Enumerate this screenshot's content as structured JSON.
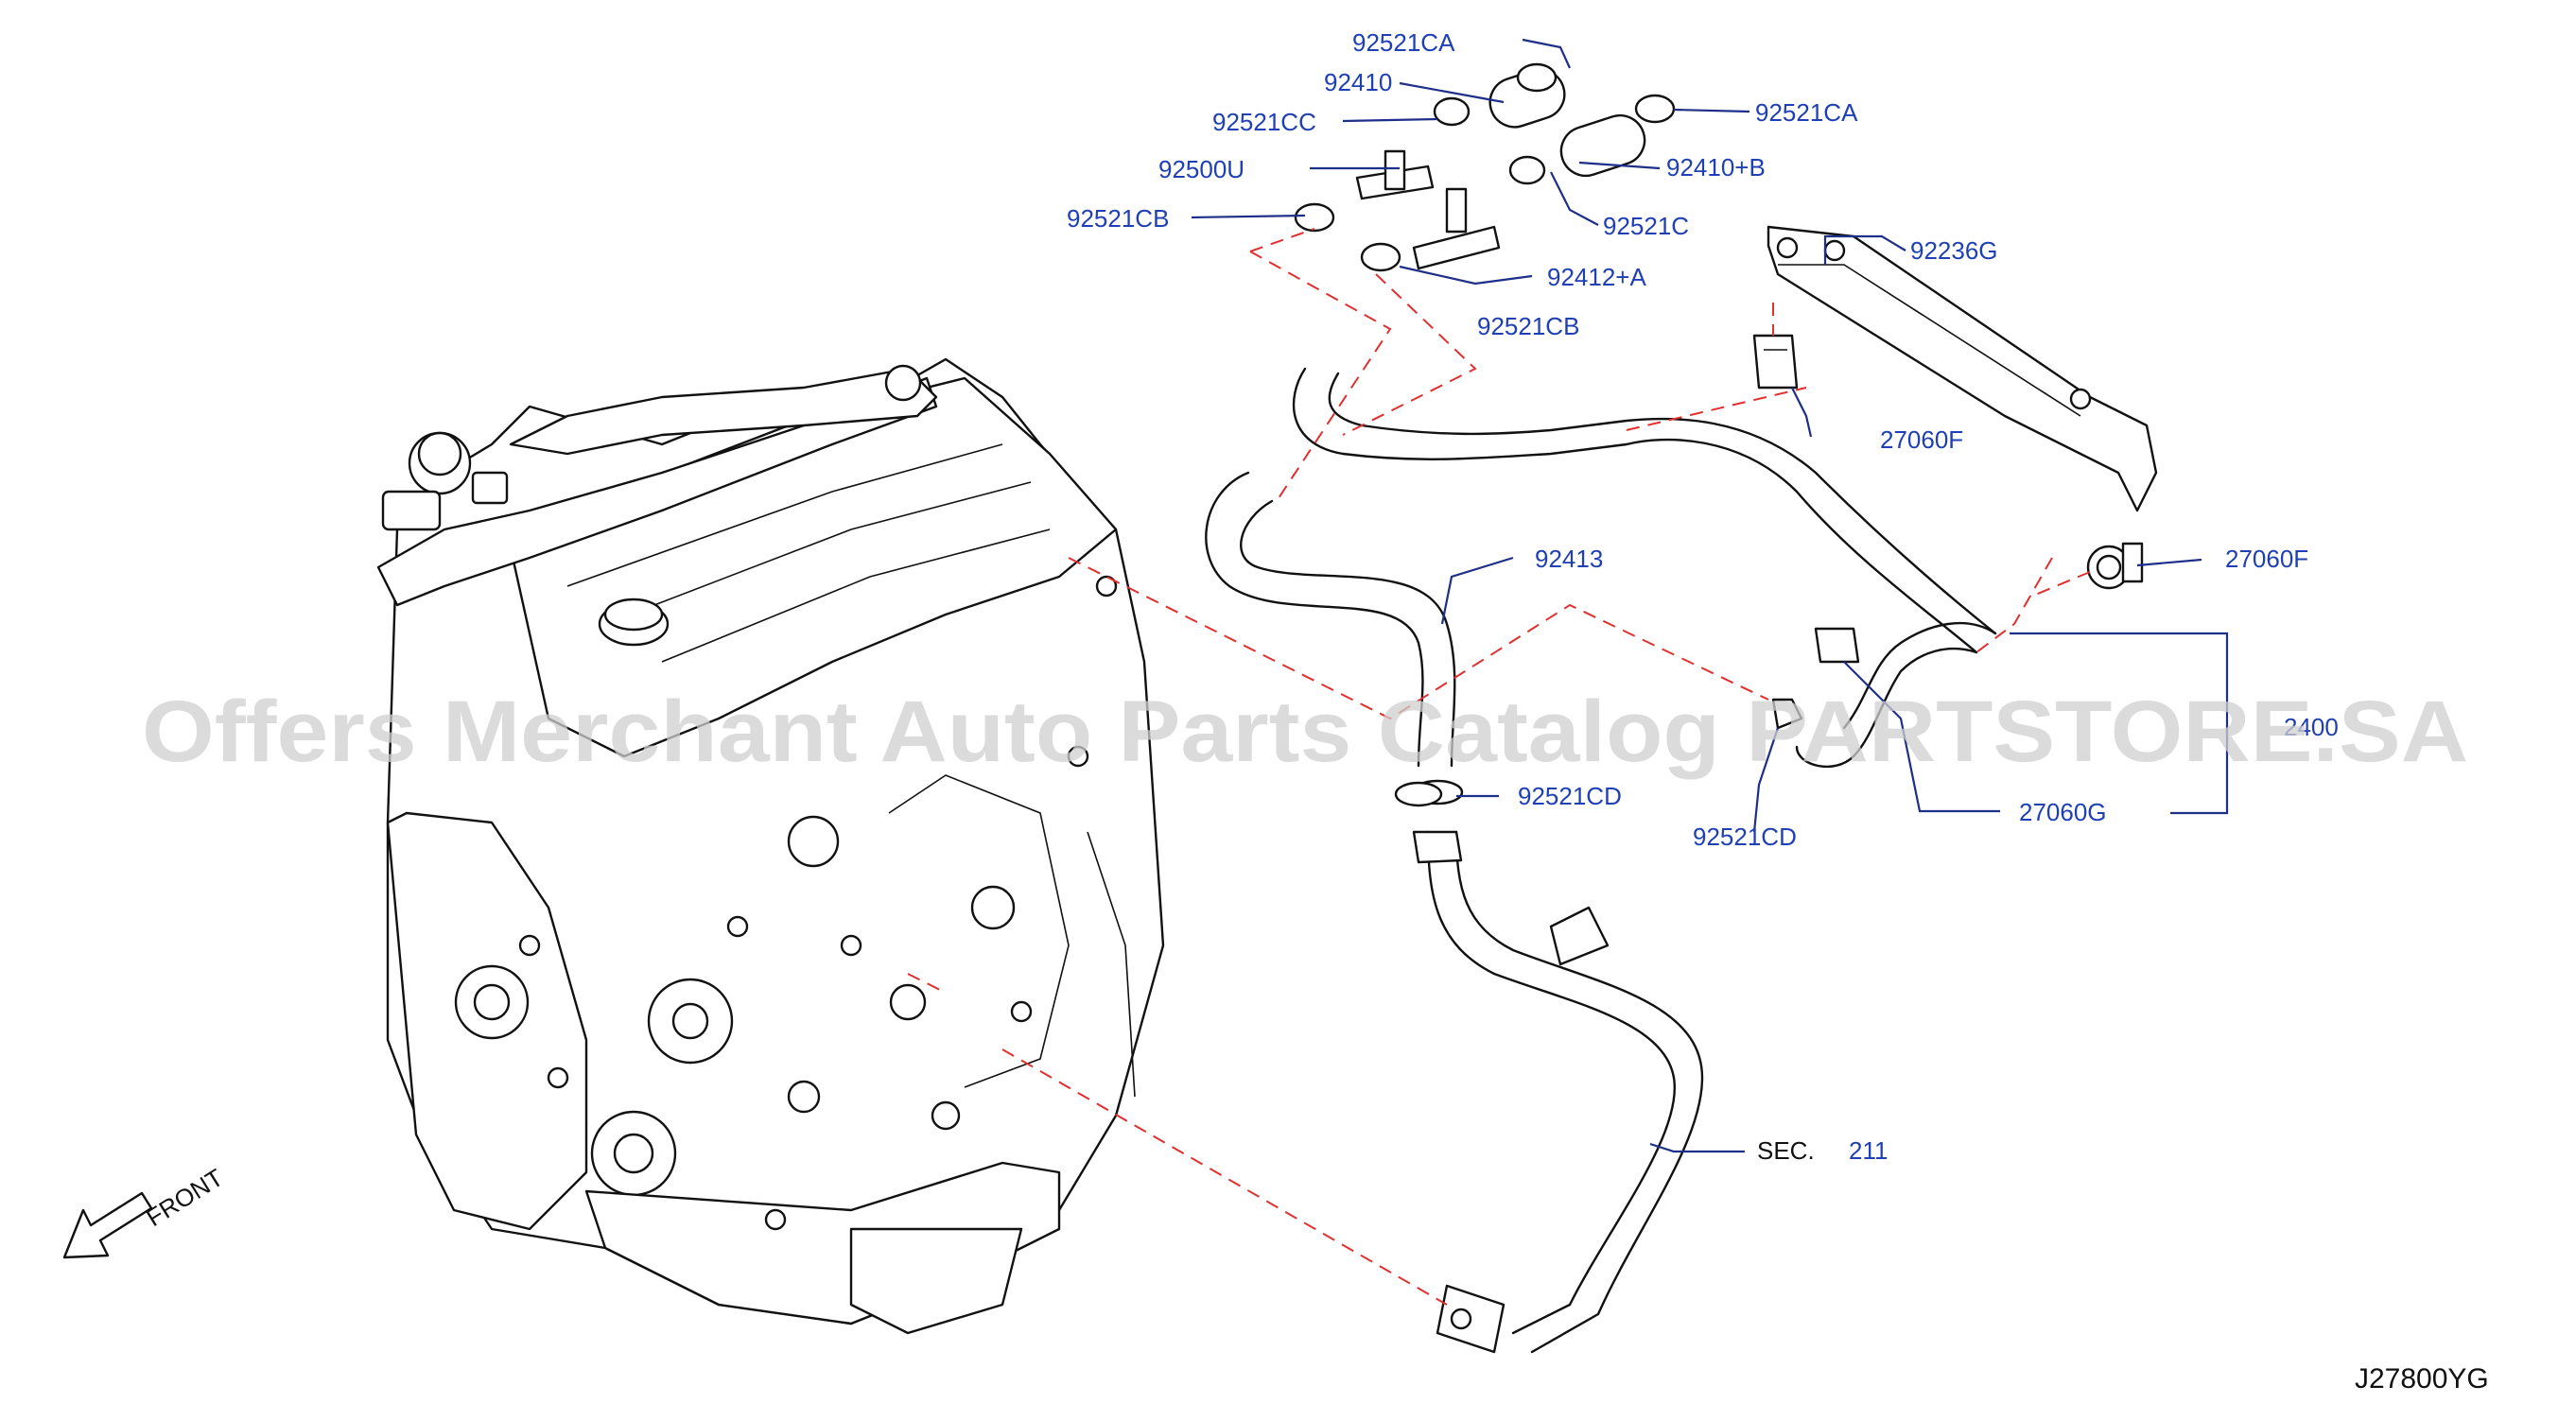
{
  "watermark": "Offers Merchant Auto Parts Catalog PARTSTORE.SA",
  "diagram_code": "J27800YG",
  "front_label": "FRONT",
  "section_ref": {
    "prefix": "SEC.",
    "number": "211"
  },
  "partial_label": "2400",
  "parts": [
    {
      "id": "p1",
      "label": "92521CA"
    },
    {
      "id": "p2",
      "label": "92410"
    },
    {
      "id": "p3",
      "label": "92521CC"
    },
    {
      "id": "p4",
      "label": "92521CA"
    },
    {
      "id": "p5",
      "label": "92500U"
    },
    {
      "id": "p6",
      "label": "92410+B"
    },
    {
      "id": "p7",
      "label": "92521CB"
    },
    {
      "id": "p8",
      "label": "92521C"
    },
    {
      "id": "p9",
      "label": "92412+A"
    },
    {
      "id": "p10",
      "label": "92236G"
    },
    {
      "id": "p11",
      "label": "92521CB"
    },
    {
      "id": "p12",
      "label": "27060F"
    },
    {
      "id": "p13",
      "label": "92413"
    },
    {
      "id": "p14",
      "label": "27060F"
    },
    {
      "id": "p15",
      "label": "92521CD"
    },
    {
      "id": "p16",
      "label": "92521CD"
    },
    {
      "id": "p17",
      "label": "27060G"
    }
  ]
}
